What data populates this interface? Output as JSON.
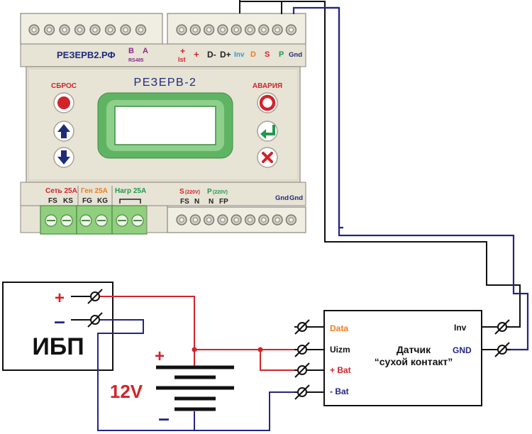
{
  "device": {
    "site": "РЕЗЕРВ2.РФ",
    "title": "РЕЗЕРВ-2",
    "rs485": {
      "b": "B",
      "a": "A",
      "bus": "RS485"
    },
    "top_terminals": {
      "ist_plus": "+",
      "ist": "Ist",
      "plus": "+",
      "d_minus": "D-",
      "d_plus": "D+",
      "inv": "Inv",
      "d": "D",
      "s": "S",
      "p": "P",
      "gnd": "Gnd"
    },
    "buttons": {
      "reset": "СБРОС",
      "alarm": "АВАРИЯ"
    },
    "bottom_groups": {
      "net": "Сеть 25А",
      "gen": "Ген 25А",
      "load": "Нагр 25А",
      "net_fs": "FS",
      "net_ks": "KS",
      "gen_fg": "FG",
      "gen_kg": "KG",
      "s_label": "S",
      "s_voltage": "(220V)",
      "p_label": "P",
      "p_voltage": "(220V)",
      "s_fs": "FS",
      "s_n": "N",
      "p_n": "N",
      "p_fp": "FP",
      "gnd1": "Gnd",
      "gnd2": "Gnd"
    }
  },
  "ups": {
    "label": "ИБП",
    "plus": "+",
    "minus": "–"
  },
  "battery": {
    "voltage": "12V",
    "plus": "+",
    "minus": "–"
  },
  "sensor": {
    "title_line1": "Датчик",
    "title_line2": "“сухой контакт”",
    "pins_left": [
      "Data",
      "Uizm",
      "+ Bat",
      "- Bat"
    ],
    "pins_right": [
      "Inv",
      "GND"
    ]
  },
  "colors": {
    "panel": "#e7e3d5",
    "terminal_block": "#f0eee2",
    "red_wire": "#d2232a",
    "blue_wire": "#252583",
    "green_terminal": "#8fcf7e",
    "lcd_frame": "#5fb463",
    "navy": "#1f2a7a",
    "orange": "#ee7d22"
  }
}
